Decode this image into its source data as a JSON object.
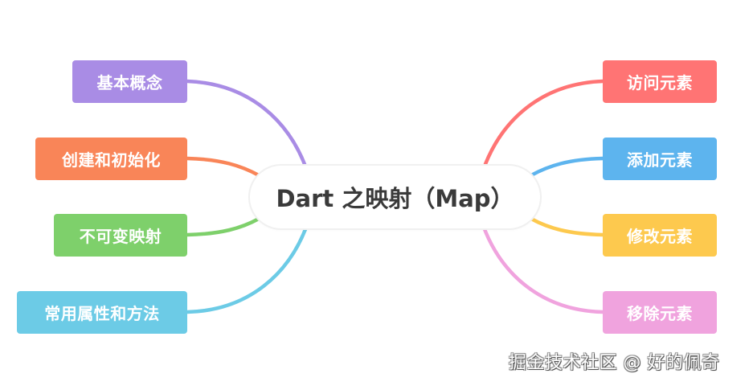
{
  "mindmap": {
    "central": {
      "label": "Dart 之映射（Map）"
    },
    "left_branches": [
      {
        "label": "基本概念",
        "color": "#a98ce5"
      },
      {
        "label": "创建和初始化",
        "color": "#f98558"
      },
      {
        "label": "不可变映射",
        "color": "#7ed06b"
      },
      {
        "label": "常用属性和方法",
        "color": "#6ccbe6"
      }
    ],
    "right_branches": [
      {
        "label": "访问元素",
        "color": "#ff7474"
      },
      {
        "label": "添加元素",
        "color": "#5db4ee"
      },
      {
        "label": "修改元素",
        "color": "#fdc94e"
      },
      {
        "label": "移除元素",
        "color": "#f0a3de"
      }
    ]
  },
  "watermark": {
    "text": "掘金技术社区 @ 好的佩奇"
  }
}
